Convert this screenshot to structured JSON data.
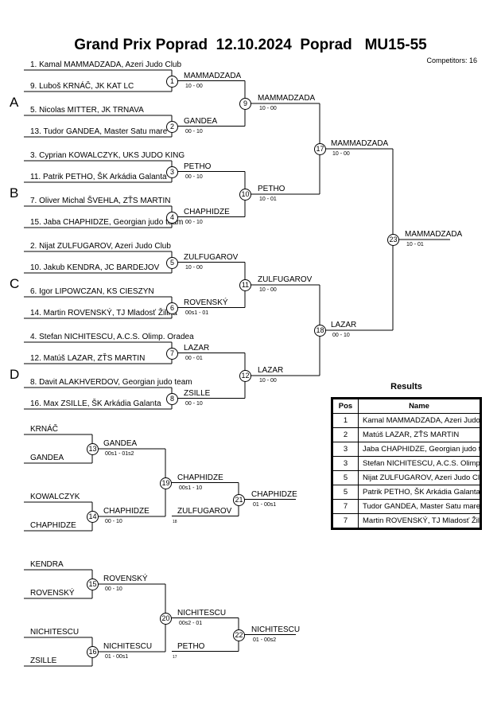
{
  "header": {
    "title": "Grand Prix Poprad  12.10.2024  Poprad   MU15-55",
    "competitors": "Competitors: 16"
  },
  "pools": [
    "A",
    "B",
    "C",
    "D"
  ],
  "main_bracket": {
    "entries": [
      "1. Kamal MAMMADZADA, Azeri Judo Club",
      "9. Luboš KRNÁČ, JK KAT LC",
      "5. Nicolas MITTER, JK TRNAVA",
      "13. Tudor GANDEA, Master Satu mare",
      "3. Cyprian KOWALCZYK, UKS JUDO KING",
      "11. Patrik PETHO, ŠK Arkádia Galanta",
      "7. Oliver Michal ŠVEHLA, ZŤS MARTIN",
      "15. Jaba CHAPHIDZE, Georgian judo team",
      "2. Nijat ZULFUGAROV, Azeri Judo Club",
      "10. Jakub KENDRA, JC BARDEJOV",
      "6. Igor LIPOWCZAN, KS CIESZYN",
      "14. Martin ROVENSKÝ, TJ Mladosť Žilina",
      "4. Stefan NICHITESCU, A.C.S. Olimp. Oradea",
      "12. Matúš LAZAR, ZŤS MARTIN",
      "8. Davit ALAKHVERDOV, Georgian judo team",
      "16. Max ZSILLE, ŠK Arkádia Galanta"
    ],
    "round1": [
      {
        "num": "1",
        "winner": "MAMMADZADA",
        "score": "10 - 00"
      },
      {
        "num": "2",
        "winner": "GANDEA",
        "score": "00 - 10"
      },
      {
        "num": "3",
        "winner": "PETHO",
        "score": "00 - 10"
      },
      {
        "num": "4",
        "winner": "CHAPHIDZE",
        "score": "00 - 10"
      },
      {
        "num": "5",
        "winner": "ZULFUGAROV",
        "score": "10 - 00"
      },
      {
        "num": "6",
        "winner": "ROVENSKÝ",
        "score": "00s1 - 01"
      },
      {
        "num": "7",
        "winner": "LAZAR",
        "score": "00 - 01"
      },
      {
        "num": "8",
        "winner": "ZSILLE",
        "score": "00 - 10"
      }
    ],
    "round2": [
      {
        "num": "9",
        "winner": "MAMMADZADA",
        "score": "10 - 00"
      },
      {
        "num": "10",
        "winner": "PETHO",
        "score": "10 - 01"
      },
      {
        "num": "11",
        "winner": "ZULFUGAROV",
        "score": "10 - 00"
      },
      {
        "num": "12",
        "winner": "LAZAR",
        "score": "10 - 00"
      }
    ],
    "semis": [
      {
        "num": "17",
        "winner": "MAMMADZADA",
        "score": "10 - 00"
      },
      {
        "num": "18",
        "winner": "LAZAR",
        "score": "00 - 10"
      }
    ],
    "final": {
      "num": "23",
      "winner": "MAMMADZADA",
      "score": "10 - 01"
    }
  },
  "repechage1": {
    "entries": [
      "KRNÁČ",
      "GANDEA",
      "KOWALCZYK",
      "CHAPHIDZE"
    ],
    "r1": [
      {
        "num": "13",
        "winner": "GANDEA",
        "score": "00s1 - 01s2"
      },
      {
        "num": "14",
        "winner": "CHAPHIDZE",
        "score": "00 - 10"
      }
    ],
    "r2": {
      "num": "19",
      "winner": "CHAPHIDZE",
      "score": "00s1 - 10"
    },
    "dropped": {
      "name": "ZULFUGAROV",
      "ref": "18"
    },
    "bronze": {
      "num": "21",
      "winner": "CHAPHIDZE",
      "score": "01 - 00s1"
    }
  },
  "repechage2": {
    "entries": [
      "KENDRA",
      "ROVENSKÝ",
      "NICHITESCU",
      "ZSILLE"
    ],
    "r1": [
      {
        "num": "15",
        "winner": "ROVENSKÝ",
        "score": "00 - 10"
      },
      {
        "num": "16",
        "winner": "NICHITESCU",
        "score": "01 - 00s1"
      }
    ],
    "r2": {
      "num": "20",
      "winner": "NICHITESCU",
      "score": "00s2 - 01"
    },
    "dropped": {
      "name": "PETHO",
      "ref": "17"
    },
    "bronze": {
      "num": "22",
      "winner": "NICHITESCU",
      "score": "01 - 00s2"
    }
  },
  "results": {
    "title": "Results",
    "headers": [
      "Pos",
      "Name"
    ],
    "rows": [
      {
        "pos": "1",
        "name": "Kamal MAMMADZADA, Azeri Judo Club"
      },
      {
        "pos": "2",
        "name": "Matúš LAZAR, ZŤS MARTIN"
      },
      {
        "pos": "3",
        "name": "Jaba CHAPHIDZE, Georgian judo team"
      },
      {
        "pos": "3",
        "name": "Stefan NICHITESCU, A.C.S. Olimp. Oradea"
      },
      {
        "pos": "5",
        "name": "Nijat ZULFUGAROV, Azeri Judo Club"
      },
      {
        "pos": "5",
        "name": "Patrik PETHO, ŠK Arkádia Galanta"
      },
      {
        "pos": "7",
        "name": "Tudor GANDEA, Master Satu mare"
      },
      {
        "pos": "7",
        "name": "Martin ROVENSKÝ, TJ Mladosť Žilina"
      }
    ]
  }
}
